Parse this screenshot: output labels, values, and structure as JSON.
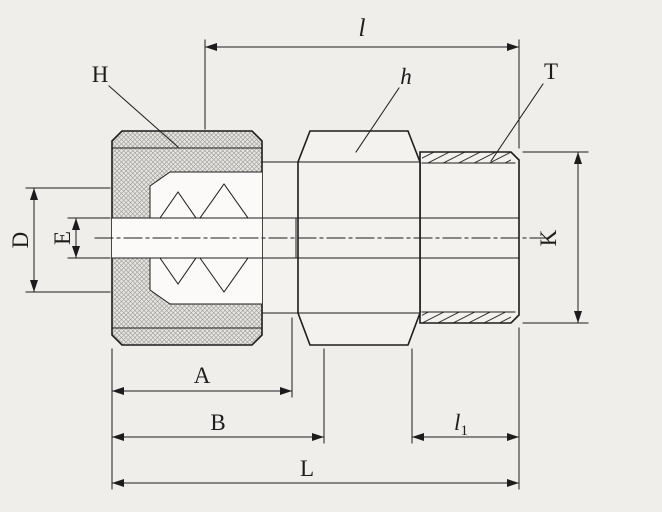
{
  "title": "Male connector tube fitting dimensional drawing",
  "colors": {
    "background": "#efeeeb",
    "line": "#1c1c1c",
    "hatch": "#96948f",
    "bodyfill": "#f3f2ef",
    "knurlfill": "#e8e6e2",
    "innerfill": "#fbfaf8"
  },
  "labels": {
    "l": "l",
    "H": "H",
    "h": "h",
    "T": "T",
    "D": "D",
    "E": "E",
    "K": "K",
    "A": "A",
    "B": "B",
    "l1_main": "l",
    "l1_sub": "1",
    "L": "L"
  }
}
